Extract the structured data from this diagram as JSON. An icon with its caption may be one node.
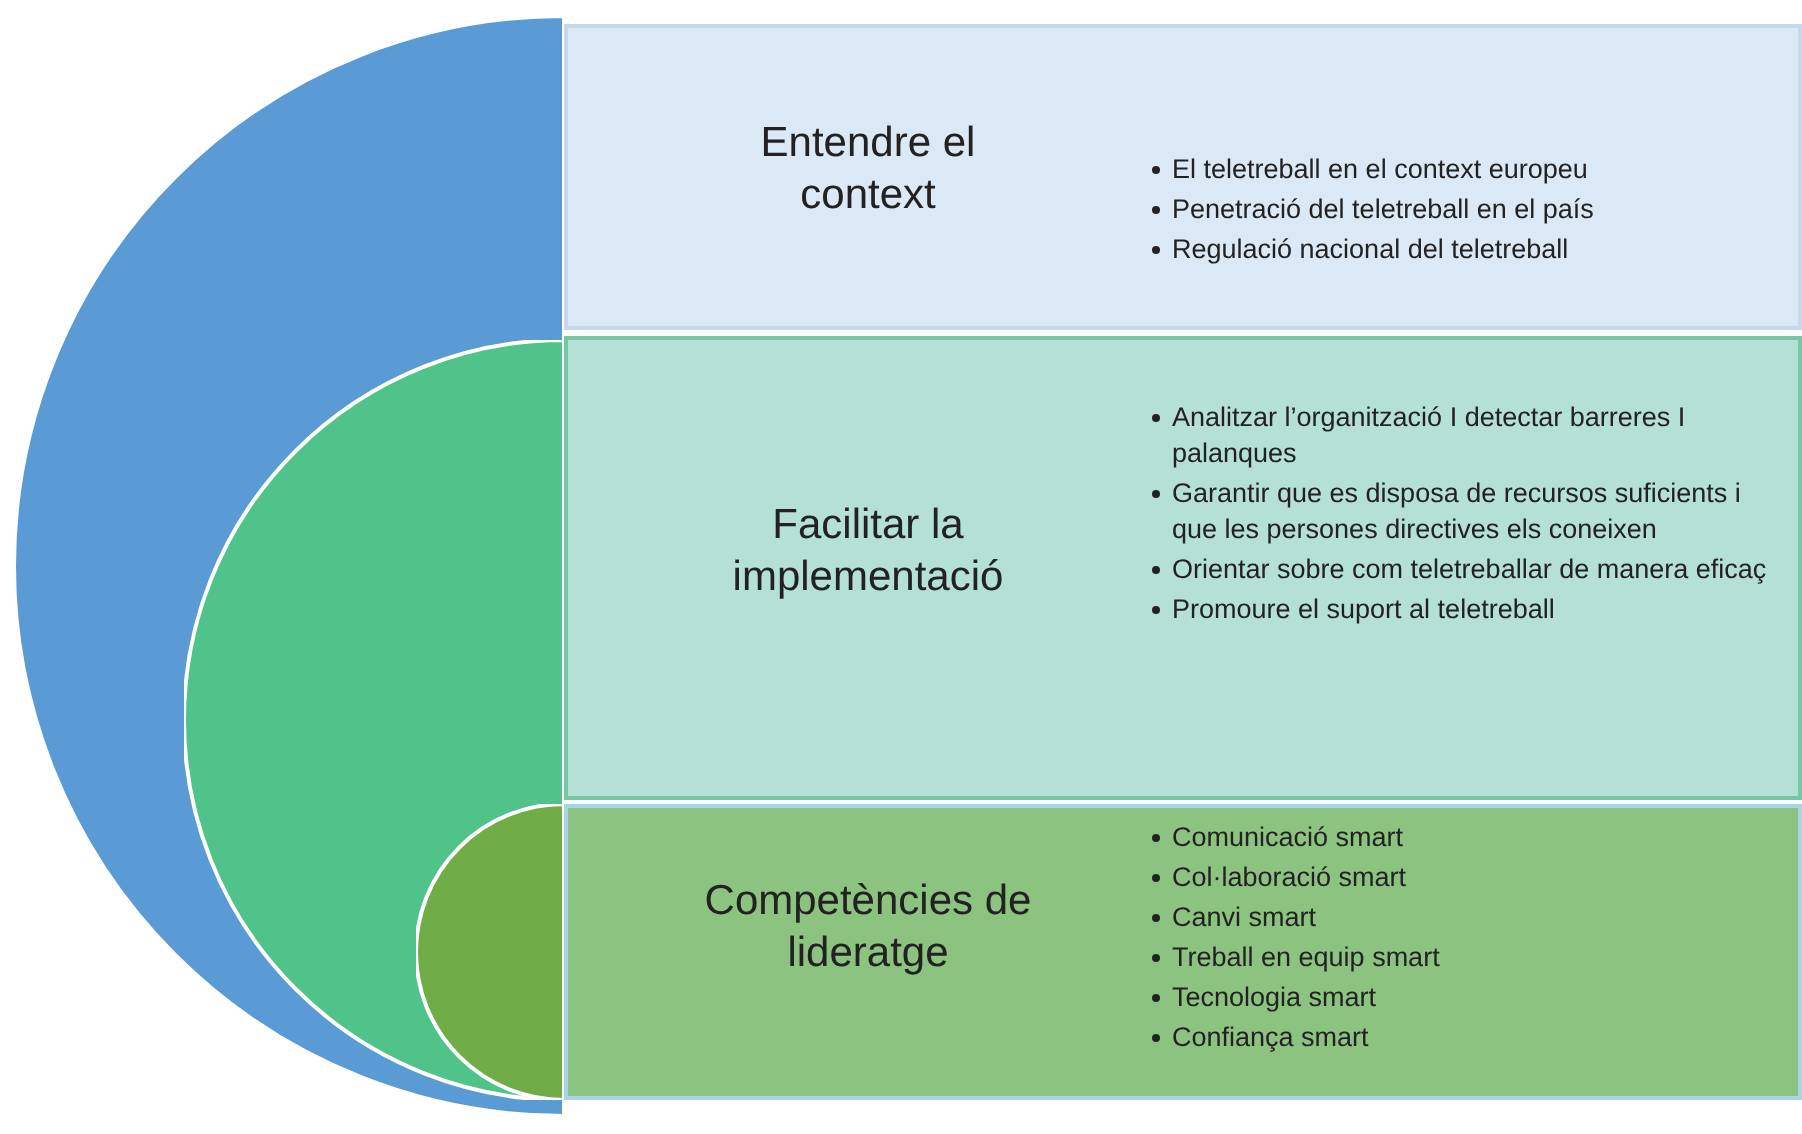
{
  "diagram": {
    "nodes": [
      {
        "text": [],
        "shape": "circle"
      },
      {
        "text": [],
        "shape": "circle",
        "in": 0
      },
      {
        "text": [],
        "shape": "circle",
        "in": 1
      },
      {
        "text": [
          "Entendre el context",
          "El teletreball en el context europeu",
          "Penetració del teletreball en el país",
          "Regulació nacional del teletreball"
        ]
      },
      {
        "text": [
          "Facilitar la implementació",
          "Analitzar l’organització I detectar barreres I palanques",
          "Garantir que es disposa de recursos suficients i que les persones directives els coneixen",
          "Orientar sobre com teletreballar de manera eficaç",
          "Promoure el suport al teletreball"
        ]
      },
      {
        "text": [
          "Competències de lideratge",
          "Comunicació smart",
          "Col·laboració smart",
          "Canvi smart",
          "Treball en equip smart",
          "Tecnologia smart",
          "Confiança smart"
        ]
      }
    ],
    "edges": []
  }
}
